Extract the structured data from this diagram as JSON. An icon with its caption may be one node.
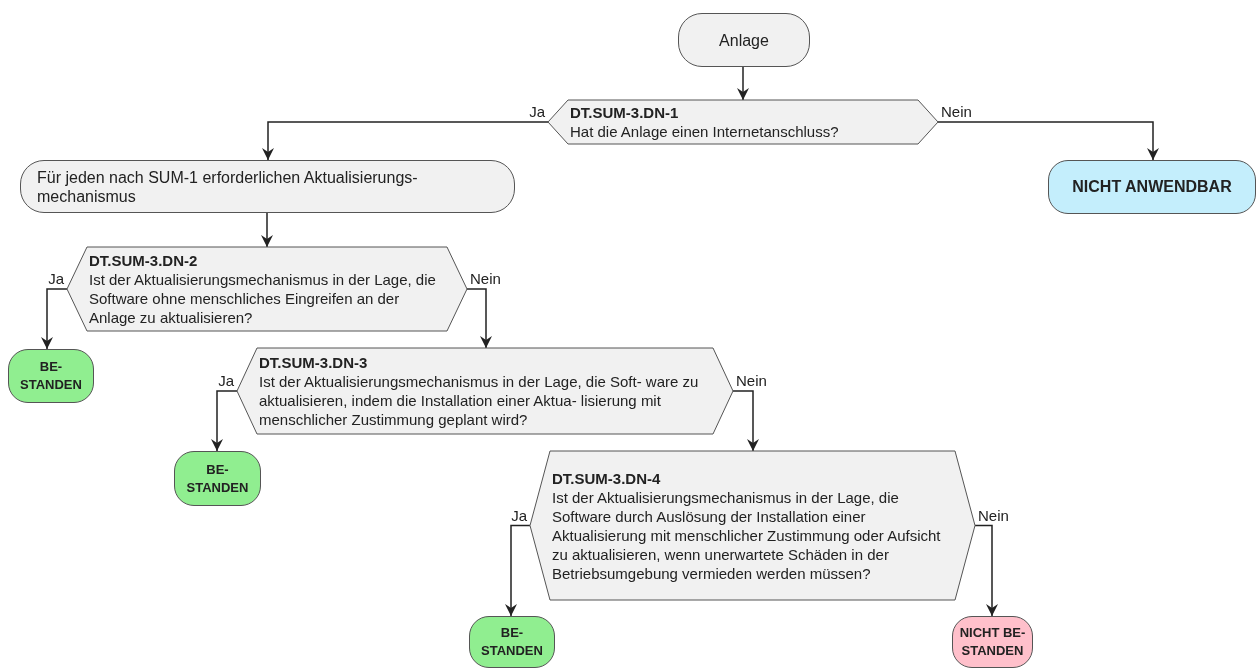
{
  "diagram": {
    "nodes": [
      {
        "text": [
          "Anlage"
        ]
      },
      {
        "text": [
          "DT.SUM-3.DN-1",
          "Hat die Anlage einen Internetanschluss?"
        ]
      },
      {
        "text": [
          "Für jeden nach SUM-1 erforderlichen Aktualisierungs- mechanismus"
        ]
      },
      {
        "text": [
          "NICHT ANWENDBAR"
        ]
      },
      {
        "text": [
          "DT.SUM-3.DN-2",
          "Ist der Aktualisierungsmechanismus in der Lage, die Software ohne menschliches Eingreifen an der Anlage zu aktualisieren?"
        ]
      },
      {
        "text": [
          "BE- STANDEN"
        ]
      },
      {
        "text": [
          "DT.SUM-3.DN-3",
          "Ist der Aktualisierungsmechanismus in der Lage, die Soft- ware zu aktualisieren, indem die Installation einer Aktua- lisierung mit menschlicher Zustimmung geplant wird?"
        ]
      },
      {
        "text": [
          "BE- STANDEN"
        ]
      },
      {
        "text": [
          "DT.SUM-3.DN-4",
          "Ist der Aktualisierungsmechanismus in der Lage, die Software durch Auslösung der Installation einer Aktualisierung mit menschlicher Zustimmung oder Aufsicht zu aktualisieren, wenn unerwartete Schäden in der Betriebsumgebung vermieden werden müssen?"
        ]
      },
      {
        "text": [
          "BE- STANDEN"
        ]
      },
      {
        "text": [
          "NICHT BE- STANDEN"
        ]
      }
    ],
    "edges": [
      {
        "from": 0,
        "to": 1,
        "arrow": "to"
      },
      {
        "from": 1,
        "to": 2,
        "arrow": "to",
        "label": "Ja"
      },
      {
        "from": 1,
        "to": 3,
        "arrow": "to",
        "label": "Nein"
      },
      {
        "from": 2,
        "to": 4,
        "arrow": "to"
      },
      {
        "from": 4,
        "to": 5,
        "arrow": "to",
        "label": "Ja"
      },
      {
        "from": 4,
        "to": 6,
        "arrow": "to",
        "label": "Nein"
      },
      {
        "from": 6,
        "to": 7,
        "arrow": "to",
        "label": "Ja"
      },
      {
        "from": 6,
        "to": 8,
        "arrow": "to",
        "label": "Nein"
      },
      {
        "from": 8,
        "to": 9,
        "arrow": "to",
        "label": "Ja"
      },
      {
        "from": 8,
        "to": 10,
        "arrow": "to",
        "label": "Nein"
      }
    ]
  }
}
